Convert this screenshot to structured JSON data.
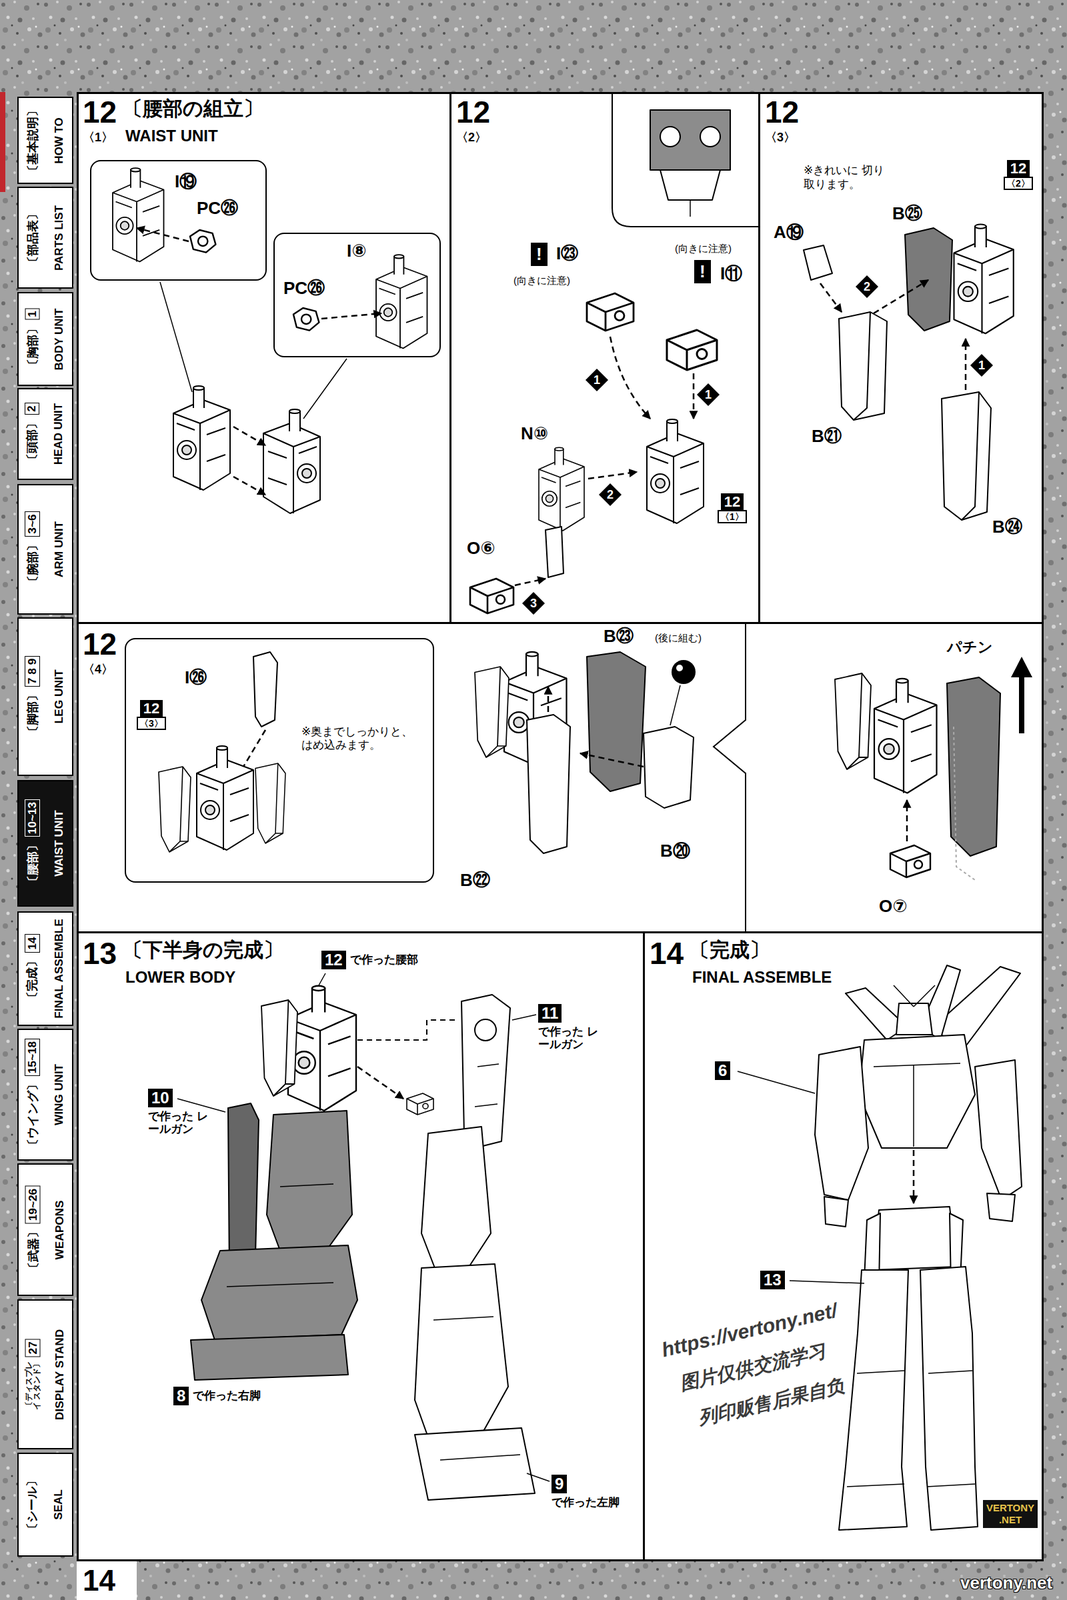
{
  "diagram": {
    "nodes": [
      {
        "text": [
          "〔基本説明〕",
          "HOW TO"
        ]
      },
      {
        "text": [
          "〔部品表〕",
          "PARTS LIST"
        ]
      },
      {
        "text": [
          "〔胸部〕",
          "1",
          "BODY UNIT"
        ]
      },
      {
        "text": [
          "〔頭部〕",
          "2",
          "HEAD UNIT"
        ]
      },
      {
        "text": [
          "〔腕部〕",
          "3~6",
          "ARM UNIT"
        ]
      },
      {
        "text": [
          "〔脚部〕",
          "7 8 9",
          "LEG UNIT"
        ]
      },
      {
        "text": [
          "〔腰部〕",
          "10~13",
          "WAIST UNIT"
        ]
      },
      {
        "text": [
          "〔完成〕",
          "14",
          "FINAL ASSEMBLE"
        ]
      },
      {
        "text": [
          "〔ウイング〕",
          "15~18",
          "WING UNIT"
        ]
      },
      {
        "text": [
          "〔武器〕",
          "19~26",
          "WEAPONS"
        ]
      },
      {
        "text": [
          "〔ディスプレイ スタンド〕",
          "27",
          "DISPLAY STAND"
        ]
      },
      {
        "text": [
          "〔シール〕",
          "SEAL"
        ]
      },
      {
        "text": [
          "12",
          "〈1〉",
          "〔腰部の組立〕",
          "WAIST UNIT"
        ]
      },
      {
        "text": [
          "I⑲",
          "PC㉖"
        ],
        "in": 12
      },
      {
        "text": [
          "I⑧",
          "PC㉖"
        ],
        "in": 12
      },
      {
        "text": [
          "12",
          "〈2〉"
        ]
      },
      {
        "text": [
          "!"
        ],
        "in": 15
      },
      {
        "text": [
          "!"
        ],
        "in": 15
      },
      {
        "text": [
          "12",
          "〈1〉"
        ],
        "in": 15
      },
      {
        "text": [
          "12",
          "〈3〉"
        ]
      },
      {
        "text": [
          "12",
          "〈2〉"
        ],
        "in": 19
      },
      {
        "text": [
          "12",
          "〈4〉"
        ]
      },
      {
        "text": [
          "I㉖",
          "※奥までしっかりと、 はめ込みます。"
        ],
        "in": 21
      },
      {
        "text": [
          "12",
          "〈3〉"
        ],
        "in": 22
      },
      {
        "text": [
          "13",
          "〔下半身の完成〕",
          "LOWER BODY"
        ]
      },
      {
        "text": [
          "12",
          "で作った腰部"
        ],
        "in": 24
      },
      {
        "text": [
          "11",
          "で作った レールガン"
        ],
        "in": 24
      },
      {
        "text": [
          "10",
          "で作った レールガン"
        ],
        "in": 24
      },
      {
        "text": [
          "8",
          "で作った右脚"
        ],
        "in": 24
      },
      {
        "text": [
          "9",
          "で作った左脚"
        ],
        "in": 24
      },
      {
        "text": [
          "14",
          "〔完成〕",
          "FINAL ASSEMBLE"
        ]
      },
      {
        "text": [
          "6"
        ],
        "in": 30
      },
      {
        "text": [
          "13"
        ],
        "in": 30
      }
    ],
    "labels": [
      "I㉓",
      "(向きに注意)",
      "(向きに注意)",
      "I⑪",
      "N⑩",
      "O⑥",
      "1",
      "1",
      "2",
      "3",
      "※きれいに 切り取ります。",
      "A⑲",
      "B㉕",
      "B㉑",
      "B㉔",
      "2",
      "1",
      "B㉓",
      "(後に組む)",
      "B⑳",
      "B㉒",
      "パチン",
      "O⑦",
      "14",
      "https://vertony.net/",
      "图片仅供交流学习",
      "列印贩售后果自负",
      "VERTONY .NET",
      "vertony.net"
    ]
  }
}
